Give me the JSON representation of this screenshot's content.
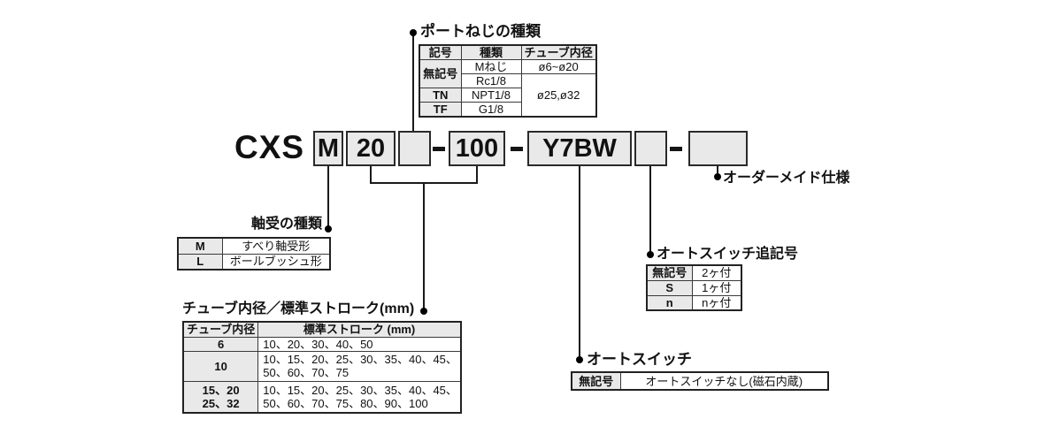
{
  "part_number": {
    "prefix": "CXS",
    "bearing_code": "M",
    "bore_code": "20",
    "port_code": "",
    "stroke_code": "100",
    "switch_code": "Y7BW",
    "switch_qty_code": "",
    "order_code": ""
  },
  "port_table": {
    "title": "ポートねじの種類",
    "headers": {
      "code": "記号",
      "type": "種類",
      "bore": "チューブ内径"
    },
    "blank_code": "無記号",
    "m_thread": "Mねじ",
    "m_bore": "ø6~ø20",
    "rc_thread": "Rc1/8",
    "large_bore": "ø25,ø32",
    "tn_code": "TN",
    "tn_thread": "NPT1/8",
    "tf_code": "TF",
    "tf_thread": "G1/8"
  },
  "bearing_table": {
    "title": "軸受の種類",
    "rows": [
      {
        "code": "M",
        "desc": "すべり軸受形"
      },
      {
        "code": "L",
        "desc": "ボールブッシュ形"
      }
    ]
  },
  "bore_stroke_table": {
    "title": "チューブ内径／標準ストローク(mm)",
    "headers": {
      "bore": "チューブ内径",
      "stroke": "標準ストローク (mm)"
    },
    "rows": [
      {
        "bore": "6",
        "stroke1": "10、20、30、40、50"
      },
      {
        "bore": "10",
        "stroke1": "10、15、20、25、30、35、40、45、",
        "stroke2": "50、60、70、75"
      },
      {
        "bore1": "15、20",
        "bore2": "25、32",
        "stroke1": "10、15、20、25、30、35、40、45、",
        "stroke2": "50、60、70、75、80、90、100"
      }
    ]
  },
  "switch_suffix_table": {
    "title": "オートスイッチ追記号",
    "rows": [
      {
        "code": "無記号",
        "desc": "2ヶ付"
      },
      {
        "code": "S",
        "desc": "1ヶ付"
      },
      {
        "code": "n",
        "desc": "nヶ付"
      }
    ]
  },
  "autoswitch_table": {
    "title": "オートスイッチ",
    "rows": [
      {
        "code": "無記号",
        "desc": "オートスイッチなし(磁石内蔵)"
      }
    ]
  },
  "order_made_label": "オーダーメイド仕様"
}
